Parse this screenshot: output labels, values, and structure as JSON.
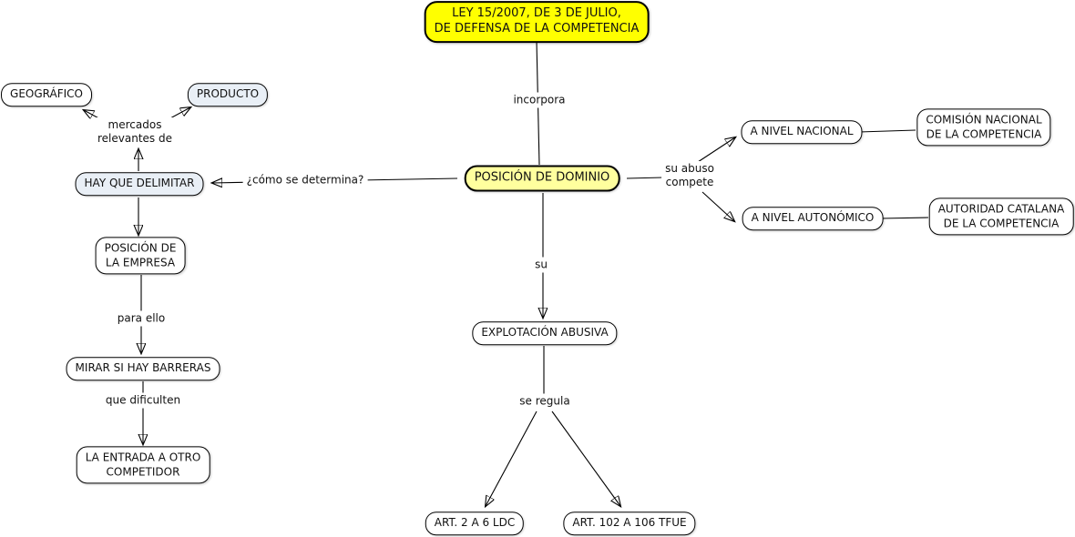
{
  "map_title": "LEY 15/2007 - POSICIÓN DE DOMINIO concept map",
  "colors": {
    "root_highlight": "#ffff00",
    "central_highlight": "#ffff9e",
    "secondary_fill": "#e9eff6",
    "node_fill": "#ffffff",
    "border": "#000000",
    "text": "#111111"
  },
  "nodes": {
    "law": {
      "label": "LEY 15/2007, DE 3 DE JULIO,\nDE DEFENSA DE LA COMPETENCIA"
    },
    "dominio": {
      "label": "POSICIÓN DE DOMINIO"
    },
    "geografico": {
      "label": "GEOGRÁFICO"
    },
    "producto": {
      "label": "PRODUCTO"
    },
    "delimitar": {
      "label": "HAY QUE DELIMITAR"
    },
    "empresa": {
      "label": "POSICIÓN DE\nLA EMPRESA"
    },
    "barreras": {
      "label": "MIRAR SI HAY BARRERAS"
    },
    "entrada": {
      "label": "LA ENTRADA A OTRO\nCOMPETIDOR"
    },
    "explotacion": {
      "label": "EXPLOTACIÓN ABUSIVA"
    },
    "art_ldc": {
      "label": "ART. 2 A 6 LDC"
    },
    "art_tfue": {
      "label": "ART. 102 A 106 TFUE"
    },
    "nivel_nacional": {
      "label": "A NIVEL NACIONAL"
    },
    "comision": {
      "label": "COMISIÓN NACIONAL\nDE LA COMPETENCIA"
    },
    "nivel_autonomico": {
      "label": "A NIVEL AUTONÓMICO"
    },
    "catalana": {
      "label": "AUTORIDAD CATALANA\nDE LA COMPETENCIA"
    }
  },
  "edge_labels": {
    "incorpora": "incorpora",
    "como_se_determina": "¿cómo se determina?",
    "su_abuso_compete": "su abuso\ncompete",
    "mercados_relevantes": "mercados\nrelevantes de",
    "para_ello": "para ello",
    "que_dificulten": "que dificulten",
    "su": "su",
    "se_regula": "se regula"
  }
}
